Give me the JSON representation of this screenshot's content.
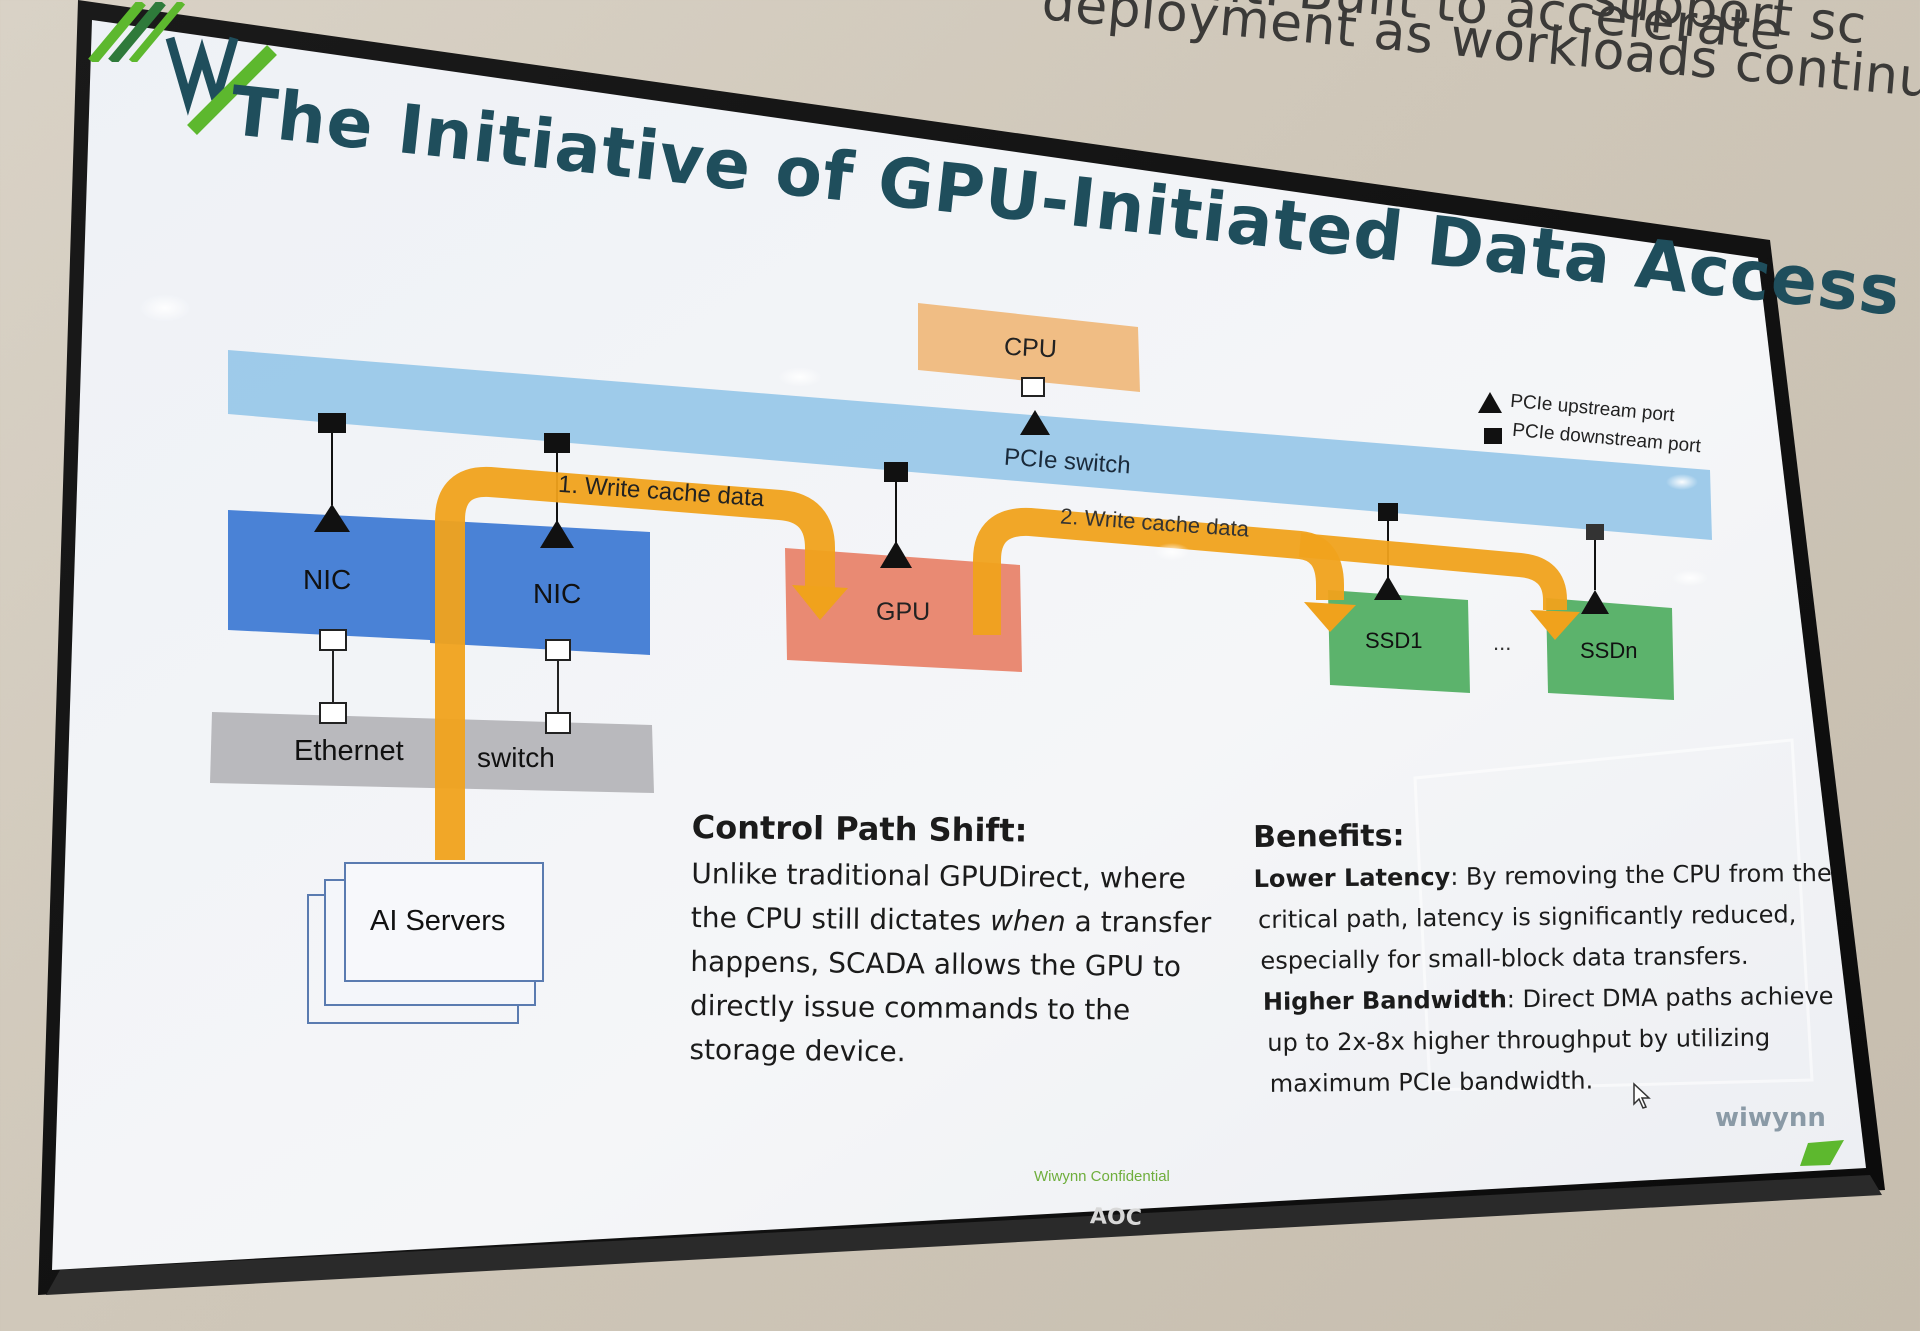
{
  "wall": {
    "line1": "ovement. Built to accelerate",
    "line1b": "support sc",
    "line2": "deployment as workloads continue to gro"
  },
  "monitor": {
    "brand": "AOC"
  },
  "slide": {
    "title": "The Initiative of GPU-Initiated Data Access",
    "footer": "Wiwynn Confidential",
    "watermark": "wiwynn",
    "diagram": {
      "cpu": "CPU",
      "pcie_switch": "PCIe switch",
      "nic1": "NIC",
      "nic2": "NIC",
      "gpu": "GPU",
      "ssd1": "SSD1",
      "ellipsis": "...",
      "ssdn": "SSDn",
      "ethernet": "Ethernet",
      "switch": "switch",
      "ai_servers": "AI Servers",
      "arrow1": "1. Write cache data",
      "arrow2": "2. Write cache data",
      "legend_up": "PCIe upstream port",
      "legend_down": "PCIe downstream port"
    },
    "control": {
      "heading": "Control Path Shift:",
      "line1": "Unlike traditional GPUDirect, where",
      "line2a": "the CPU still dictates ",
      "line2b": "when",
      "line2c": " a transfer",
      "line3": "happens, SCADA allows the GPU to",
      "line4": "directly issue commands to the",
      "line5": "storage device."
    },
    "benefits": {
      "heading": "Benefits:",
      "b1_label": "Lower Latency",
      "b1_line1": ": By removing the CPU from the",
      "b1_line2": "critical path, latency is significantly reduced,",
      "b1_line3": "especially for small-block data transfers.",
      "b2_label": "Higher Bandwidth",
      "b2_line1": ": Direct DMA paths achieve",
      "b2_line2": "up to 2x-8x higher throughput by utilizing",
      "b2_line3": "maximum PCIe bandwidth."
    }
  },
  "colors": {
    "title": "#1f4e5c",
    "pcie_bar": "#8fc3e8",
    "nic": "#4a82d6",
    "gpu": "#e98a73",
    "cpu": "#f0bd84",
    "ssd": "#5cb36c",
    "ethernet": "#b9b9bd",
    "arrow": "#f0a21c",
    "accent_green": "#5db82e"
  }
}
